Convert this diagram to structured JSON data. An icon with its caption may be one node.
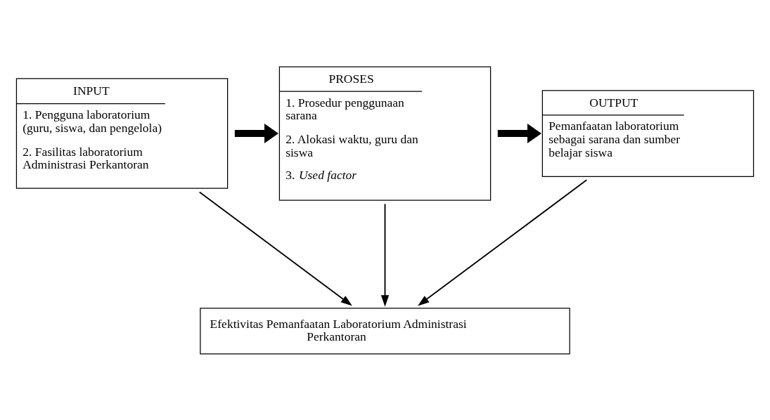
{
  "diagram": {
    "nodes": [
      {
        "text": [
          "INPUT",
          "1. Pengguna laboratorium (guru, siswa, dan pengelola)",
          "2. Fasilitas laboratorium Administrasi Perkantoran"
        ]
      },
      {
        "text": [
          "PROSES",
          "1. Prosedur penggunaan sarana",
          "2. Alokasi waktu, guru dan siswa",
          "3. *Used factor*"
        ]
      },
      {
        "text": [
          "OUTPUT",
          "Pemanfaatan laboratorium sebagai sarana dan sumber belajar siswa"
        ]
      },
      {
        "text": [
          "Efektivitas Pemanfaatan Laboratorium Administrasi Perkantoran"
        ]
      }
    ],
    "edges": [
      {
        "from": 0,
        "to": 1,
        "arrow": "to",
        "style": "thick"
      },
      {
        "from": 1,
        "to": 2,
        "arrow": "to",
        "style": "thick"
      },
      {
        "from": 0,
        "to": 3,
        "arrow": "to"
      },
      {
        "from": 1,
        "to": 3,
        "arrow": "to"
      },
      {
        "from": 2,
        "to": 3,
        "arrow": "to"
      }
    ]
  }
}
